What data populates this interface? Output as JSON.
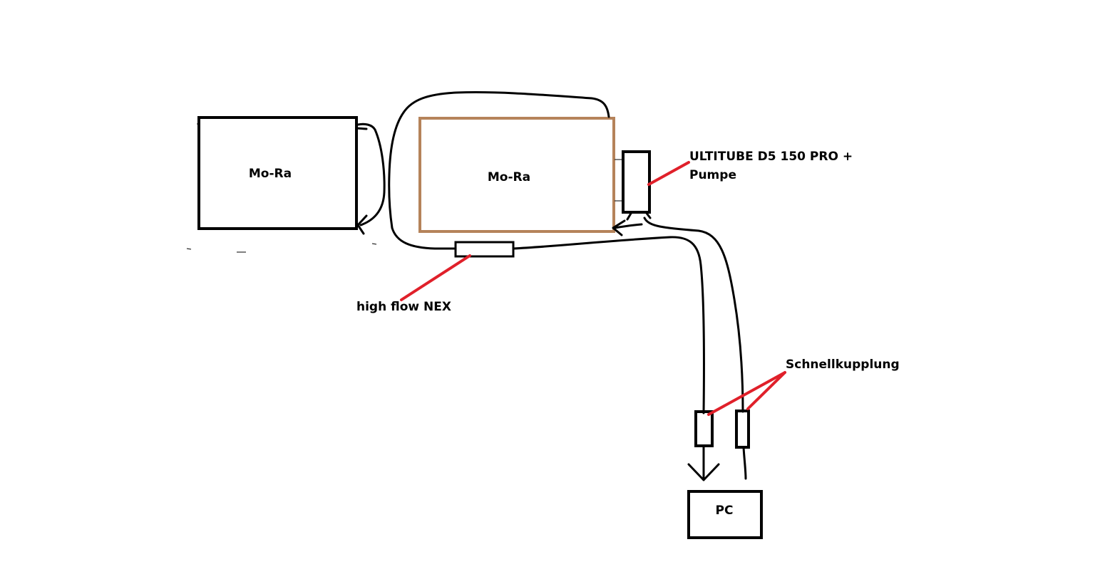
{
  "nodes": {
    "radiator_left": {
      "label": "Mo-Ra"
    },
    "radiator_right": {
      "label": "Mo-Ra"
    },
    "pump": {
      "label_line1": "ULTITUBE D5 150 PRO +",
      "label_line2": "Pumpe"
    },
    "flow_meter": {
      "label": "high flow NEX"
    },
    "quick_couplings": {
      "label": "Schnellkupplung"
    },
    "pc": {
      "label": "PC"
    }
  },
  "colors": {
    "outline": "#000000",
    "radiator_right_outline": "#b5835a",
    "leader_lines": "#e0202a",
    "background": "#ffffff"
  }
}
